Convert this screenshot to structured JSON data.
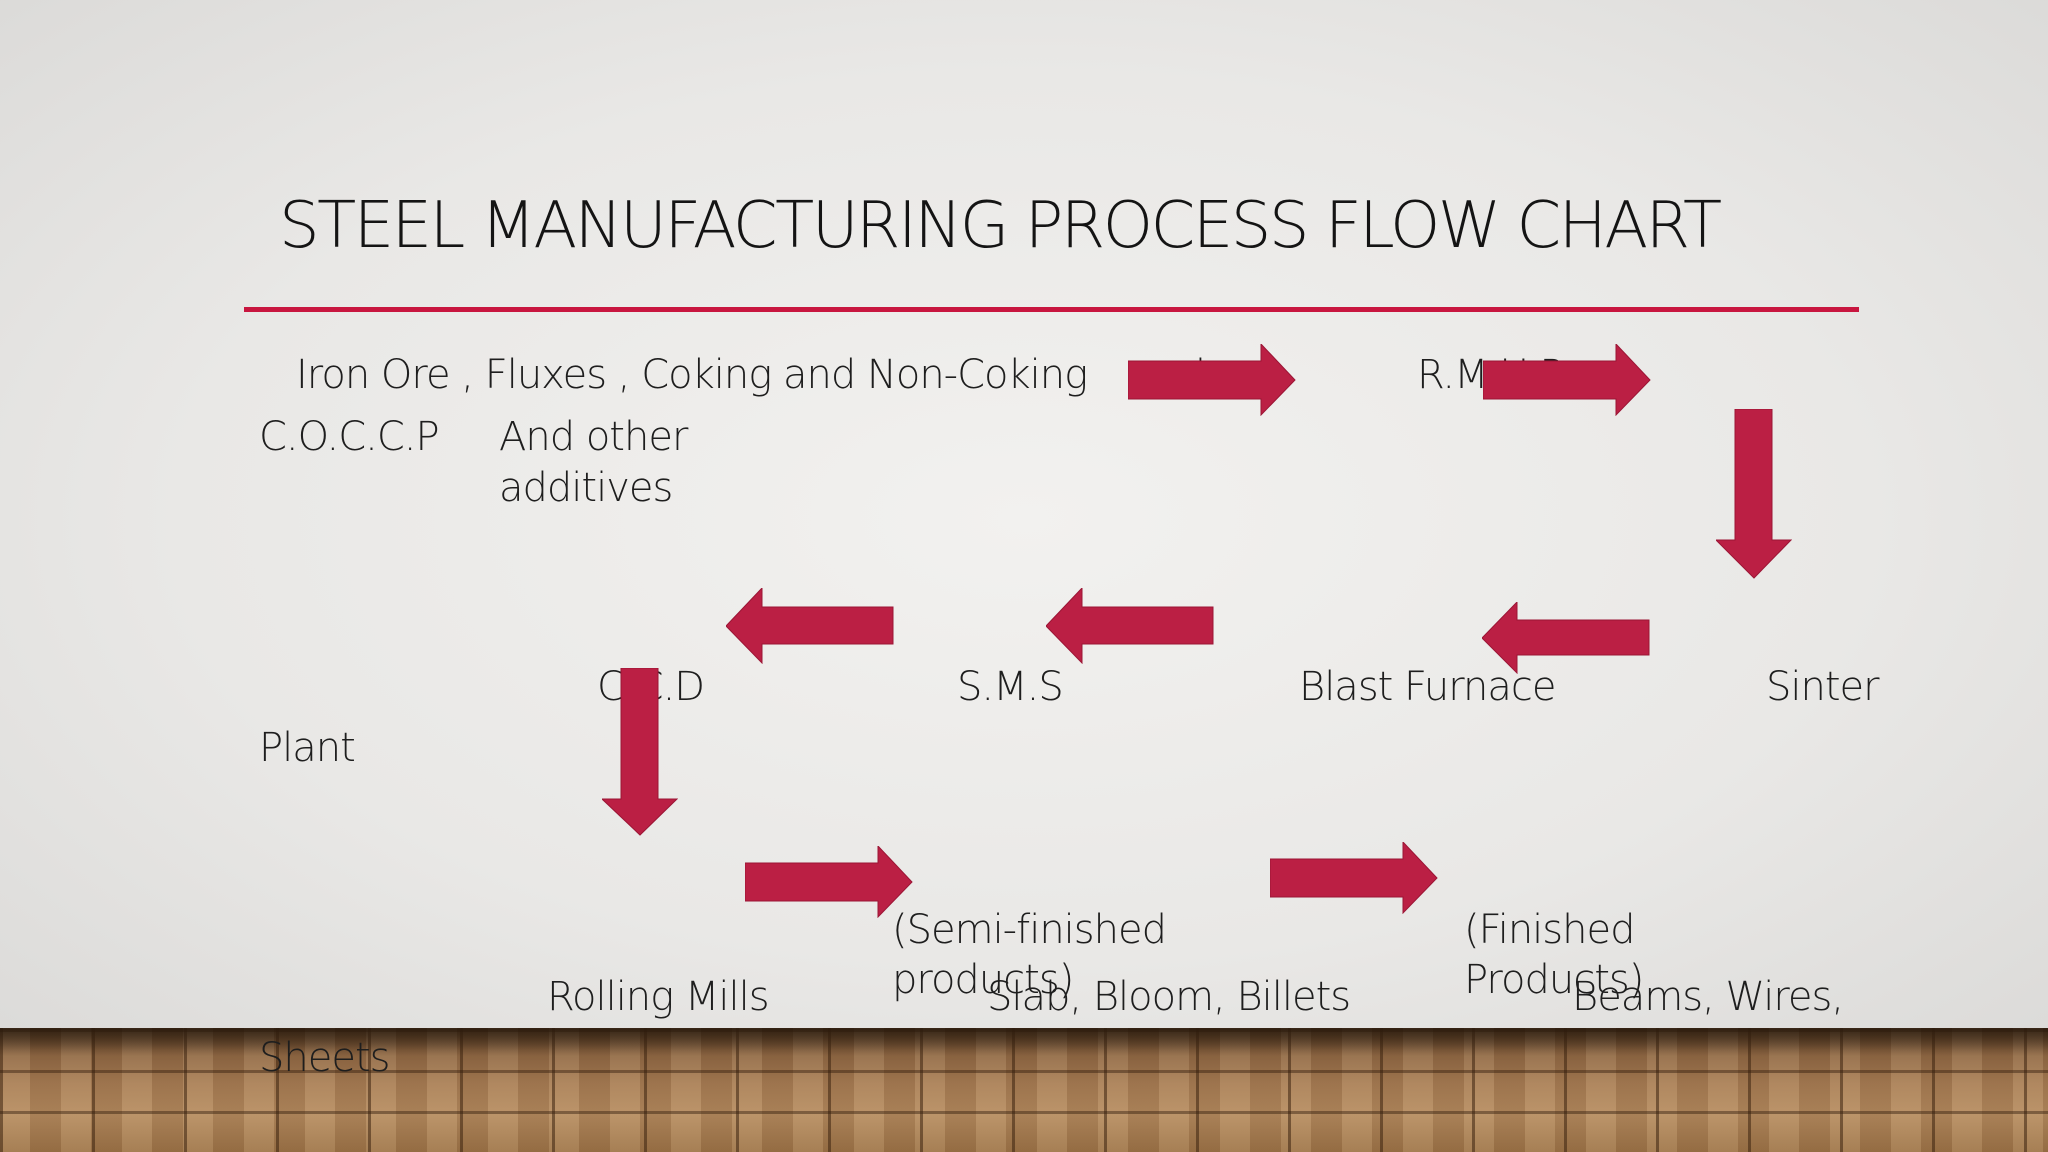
{
  "title": "STEEL MANUFACTURING PROCESS FLOW CHART",
  "colors": {
    "accent": "#c8163f",
    "arrow": "#bb1f44",
    "text": "#1e1e1e"
  },
  "lines": {
    "raw_materials": "Iron Ore , Fluxes , Coking and Non-Coking",
    "coal_fragment": "l",
    "rmhp": "R.M.H.P",
    "cocccp": "C.O.C.C.P",
    "other_additives_1": "And other",
    "other_additives_2": "additives",
    "ccd": "C.C.D",
    "sms": "S.M.S",
    "blast_furnace": "Blast Furnace",
    "sinter": "Sinter",
    "plant": "Plant",
    "semi_finished_1": "(Semi-finished",
    "semi_finished_2": "products)",
    "finished_1": "(Finished",
    "finished_2": "Products)",
    "rolling_mills": "Rolling Mills",
    "slab_bloom_billets": "Slab, Bloom, Billets",
    "beams_wires": "Beams, Wires,",
    "sheets": "Sheets"
  }
}
